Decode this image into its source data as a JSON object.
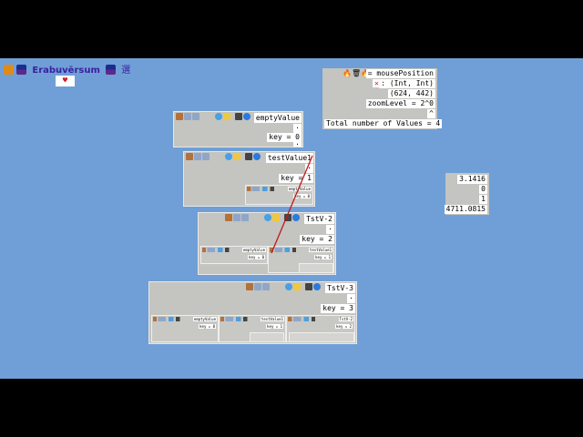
{
  "header": {
    "title": "Erabuvērsum",
    "kanji": "選",
    "heart": "♥"
  },
  "mouse_panel": {
    "icons_text": "🔥🗑🔥",
    "line1": "= mousePosition",
    "line2": ": (Int, Int)",
    "line3": "(624, 442)",
    "line4": "zoomLevel = 2^0",
    "line5": "^",
    "line6": "Total number of Values = 4"
  },
  "values_panel": {
    "v1": "3.1416",
    "v2": "0",
    "v3": "1",
    "v4": "4711.0815"
  },
  "panels": {
    "empty": {
      "title": "emptyValue",
      "dot": "·",
      "key": "key = 0",
      "dot2": "·"
    },
    "test": {
      "title": "testValue1",
      "dot": "·",
      "key": "key = 1",
      "mini_title": "emptyValue",
      "mini_key": "key = 0"
    },
    "tstv2": {
      "title": "TstV-2",
      "dot": "·",
      "key": "key = 2",
      "mini1_title": "emptyValue",
      "mini1_key": "key = 0",
      "mini2_title": "testValue1",
      "mini2_key": "key = 1"
    },
    "tstv3": {
      "title": "TstV-3",
      "dot": "·",
      "key": "key = 3",
      "mini1_title": "emptyValue",
      "mini1_key": "key = 0",
      "mini2_title": "testValue1",
      "mini2_key": "key = 1",
      "mini3_title": "TstV-2",
      "mini3_key": "key = 2"
    }
  },
  "colors": {
    "background": "#6f9fd6",
    "panel": "#c4c4c0",
    "title": "#3a1f9e",
    "link": "#c01818"
  }
}
